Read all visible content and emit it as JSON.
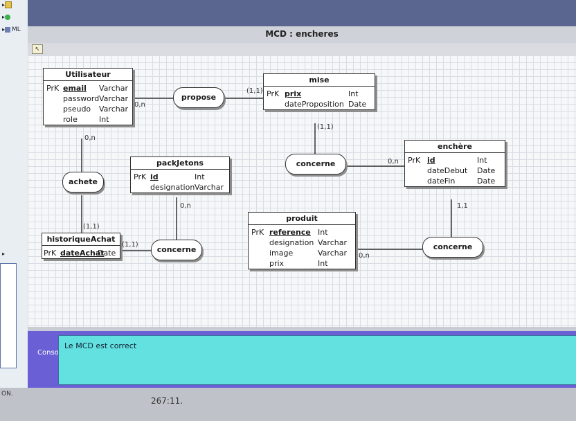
{
  "left_panel": {
    "items": [
      {
        "icon": "folder-icon",
        "label": ""
      },
      {
        "icon": "green-circle-icon",
        "label": ""
      },
      {
        "icon": "grid-icon",
        "label": "ML"
      }
    ]
  },
  "window": {
    "title": "MCD : encheres"
  },
  "entities": {
    "utilisateur": {
      "name": "Utilisateur",
      "attributes": [
        {
          "key": "PrK",
          "name": "email",
          "type": "Varchar",
          "pk": true
        },
        {
          "key": "",
          "name": "password",
          "type": "Varchar"
        },
        {
          "key": "",
          "name": "pseudo",
          "type": "Varchar"
        },
        {
          "key": "",
          "name": "role",
          "type": "Int"
        }
      ]
    },
    "mise": {
      "name": "mise",
      "attributes": [
        {
          "key": "PrK",
          "name": "prix",
          "type": "Int",
          "pk": true
        },
        {
          "key": "",
          "name": "dateProposition",
          "type": "Date"
        }
      ]
    },
    "enchere": {
      "name": "enchère",
      "attributes": [
        {
          "key": "PrK",
          "name": "id",
          "type": "Int",
          "pk": true
        },
        {
          "key": "",
          "name": "dateDebut",
          "type": "Date"
        },
        {
          "key": "",
          "name": "dateFin",
          "type": "Date"
        }
      ]
    },
    "packjetons": {
      "name": "packJetons",
      "attributes": [
        {
          "key": "PrK",
          "name": "id",
          "type": "Int",
          "pk": true
        },
        {
          "key": "",
          "name": "designation",
          "type": "Varchar"
        }
      ]
    },
    "produit": {
      "name": "produit",
      "attributes": [
        {
          "key": "PrK",
          "name": "reference",
          "type": "Int",
          "pk": true
        },
        {
          "key": "",
          "name": "designation",
          "type": "Varchar"
        },
        {
          "key": "",
          "name": "image",
          "type": "Varchar"
        },
        {
          "key": "",
          "name": "prix",
          "type": "Int"
        }
      ]
    },
    "historiqueachat": {
      "name": "historiqueAchat",
      "attributes": [
        {
          "key": "PrK",
          "name": "dateAchat",
          "type": "Date",
          "pk": true
        }
      ]
    }
  },
  "associations": {
    "propose": "propose",
    "concerne_mise": "concerne",
    "achete": "achete",
    "concerne_pack": "concerne",
    "concerne_produit": "concerne"
  },
  "cardinalities": {
    "utilisateur_propose": "0,n",
    "propose_mise": "(1,1)",
    "mise_concerne": "(1,1)",
    "concerne_enchere": "0,n",
    "utilisateur_achete": "0,n",
    "achete_historique": "(1,1)",
    "historique_concerne": "(1,1)",
    "pack_concerne": "0,n",
    "enchere_concerne": "1,1",
    "produit_concerne": "0,n"
  },
  "console": {
    "label": "Console :",
    "message": "Le MCD est correct"
  },
  "status": {
    "left": "ON.",
    "position": "267:11."
  }
}
